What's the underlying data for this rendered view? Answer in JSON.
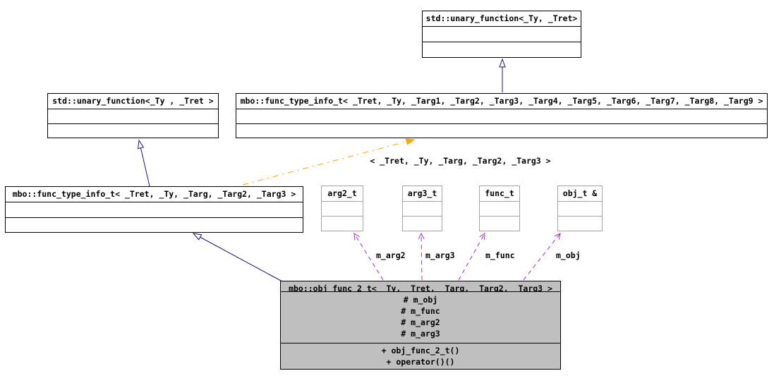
{
  "diagram": {
    "colors": {
      "background": "#ffffff",
      "node_fill": "#ffffff",
      "node_border": "#000000",
      "used_node_border": "#a3a3a3",
      "main_node_fill": "#bfbfbf",
      "inheritance_arrow": "#191970",
      "template_arrow": "#ffa500",
      "usage_arrow": "#9a32cd"
    },
    "nodes": {
      "unary_top": {
        "title": "std::unary_function<_Ty, _Tret>"
      },
      "unary_left": {
        "title": "std::unary_function<_Ty , _Tret >"
      },
      "func_type_info_wide": {
        "title": "mbo::func_type_info_t< _Tret, _Ty, _Targ1, _Targ2, _Targ3, _Targ4, _Targ5, _Targ6, _Targ7, _Targ8, _Targ9 >"
      },
      "func_type_info_left": {
        "title": "mbo::func_type_info_t< _Tret, _Ty, _Targ, _Targ2, _Targ3 >"
      },
      "arg2": {
        "title": "arg2_t"
      },
      "arg3": {
        "title": "arg3_t"
      },
      "func": {
        "title": "func_t"
      },
      "obj": {
        "title": "obj_t &"
      },
      "main": {
        "title": "mbo::obj_func_2_t< _Ty, _Tret, _Targ, _Targ2, _Targ3 >",
        "attributes": [
          "# m_obj",
          "# m_func",
          "# m_arg2",
          "# m_arg3"
        ],
        "methods": [
          "+ obj_func_2_t()",
          "+ operator()()"
        ]
      }
    },
    "edge_labels": {
      "template_args": "< _Tret, _Ty, _Targ, _Targ2, _Targ3 >",
      "m_arg2": "m_arg2",
      "m_arg3": "m_arg3",
      "m_func": "m_func",
      "m_obj": "m_obj"
    }
  }
}
